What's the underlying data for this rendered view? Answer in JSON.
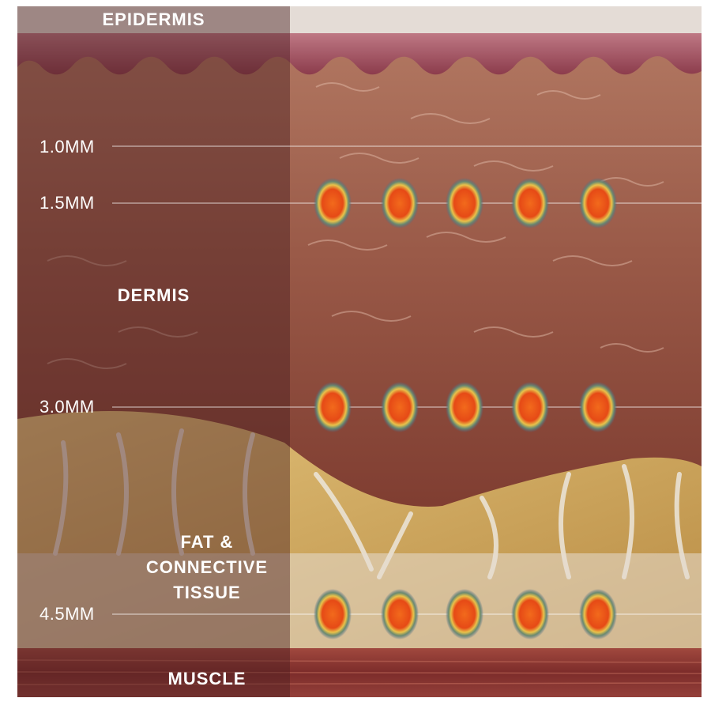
{
  "layers": {
    "epidermis": "EPIDERMIS",
    "dermis": "DERMIS",
    "fat_line1": "FAT &",
    "fat_line2": "CONNECTIVE",
    "fat_line3": "TISSUE",
    "muscle": "MUSCLE"
  },
  "depths": [
    {
      "label": "1.0MM",
      "value_mm": 1.0,
      "treatment_points": 0
    },
    {
      "label": "1.5MM",
      "value_mm": 1.5,
      "treatment_points": 5
    },
    {
      "label": "3.0MM",
      "value_mm": 3.0,
      "treatment_points": 5
    },
    {
      "label": "4.5MM",
      "value_mm": 4.5,
      "treatment_points": 5
    }
  ],
  "colors": {
    "epidermis": "#9a4a52",
    "dermis": "#8c4a3c",
    "fat": "#c9a45a",
    "muscle": "#7a2e2e",
    "overlay": "#5a2a2c",
    "point_core": "#f05a1a",
    "point_ring": "#d8c24a",
    "point_halo": "#4a6a8a"
  }
}
